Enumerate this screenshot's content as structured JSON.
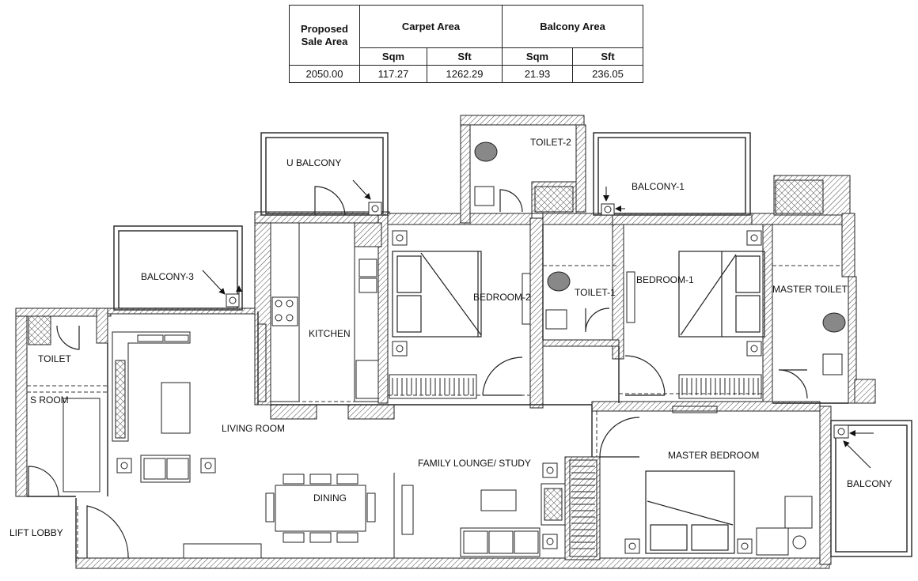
{
  "area_table": {
    "proposed_sale_area_label": "Proposed Sale Area",
    "carpet_area_label": "Carpet Area",
    "balcony_area_label": "Balcony Area",
    "unit_sqm": "Sqm",
    "unit_sft": "Sft",
    "proposed_sale_area_value": "2050.00",
    "carpet_sqm": "117.27",
    "carpet_sft": "1262.29",
    "balcony_sqm": "21.93",
    "balcony_sft": "236.05"
  },
  "rooms": {
    "u_balcony": "U BALCONY",
    "toilet_2": "TOILET-2",
    "balcony_1": "BALCONY-1",
    "balcony_3": "BALCONY-3",
    "kitchen": "KITCHEN",
    "bedroom_2": "BEDROOM-2",
    "toilet_1": "TOILET-1",
    "bedroom_1": "BEDROOM-1",
    "master_toilet": "MASTER TOILET",
    "toilet": "TOILET",
    "s_room": "S ROOM",
    "living_room": "LIVING ROOM",
    "family_lounge": "FAMILY LOUNGE/ STUDY",
    "master_bedroom": "MASTER BEDROOM",
    "balcony": "BALCONY",
    "dining": "DINING",
    "lift_lobby": "LIFT LOBBY"
  }
}
